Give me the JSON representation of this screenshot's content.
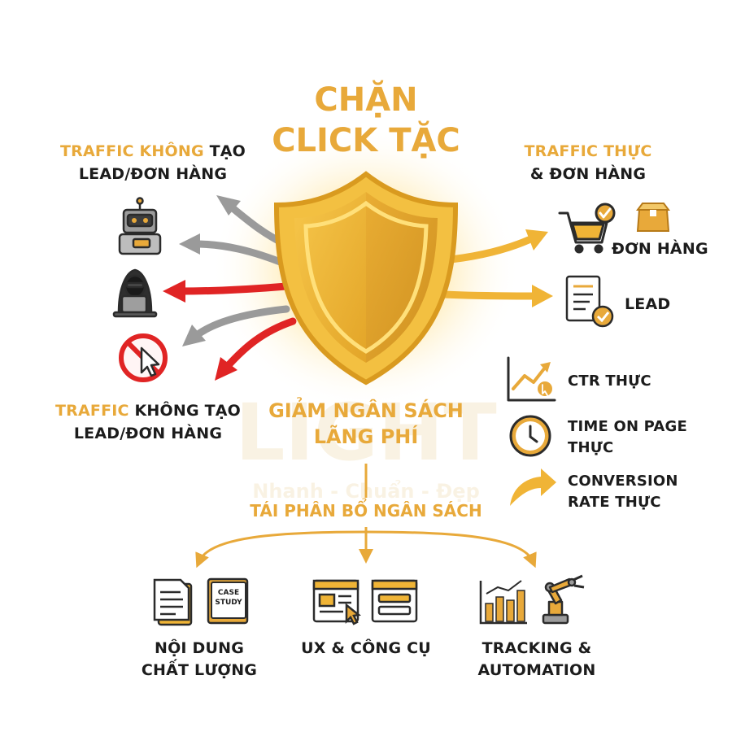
{
  "title": {
    "line1": "CHẶN",
    "line2": "CLICK TẶC"
  },
  "left_top": {
    "highlight": "TRAFFIC KHÔNG",
    "rest": " TẠO",
    "line2": "LEAD/ĐƠN HÀNG"
  },
  "left_bottom": {
    "highlight": "TRAFFIC",
    "rest": " KHÔNG TẠO",
    "line2": "LEAD/ĐƠN HÀNG"
  },
  "right_top": {
    "line1": "TRAFFIC THỰC",
    "line2": "& ĐƠN HÀNG"
  },
  "outcomes": {
    "order": "ĐƠN HÀNG",
    "lead": "LEAD",
    "ctr": "CTR THỰC",
    "time_line1": "TIME ON PAGE",
    "time_line2": "THỰC",
    "conv_line1": "CONVERSION",
    "conv_line2": "RATE THỰC"
  },
  "center": {
    "line1": "GIẢM NGÂN SÁCH",
    "line2": "LÃNG PHÍ",
    "realloc": "TÁI PHÂN BỔ NGÂN SÁCH"
  },
  "watermark": {
    "brand": "LIGHT",
    "slogan": "Nhanh - Chuẩn - Đẹp"
  },
  "case_study": {
    "line1": "CASE",
    "line2": "STUDY"
  },
  "bottom": {
    "content_line1": "NỘI DUNG",
    "content_line2": "CHẤT LƯỢNG",
    "ux": "UX & CÔNG CỤ",
    "tracking_line1": "TRACKING &",
    "tracking_line2": "AUTOMATION"
  },
  "colors": {
    "gold": "#e8a93a",
    "red": "#e02424",
    "gray": "#9a9a9a",
    "dark": "#1c1c1c"
  }
}
